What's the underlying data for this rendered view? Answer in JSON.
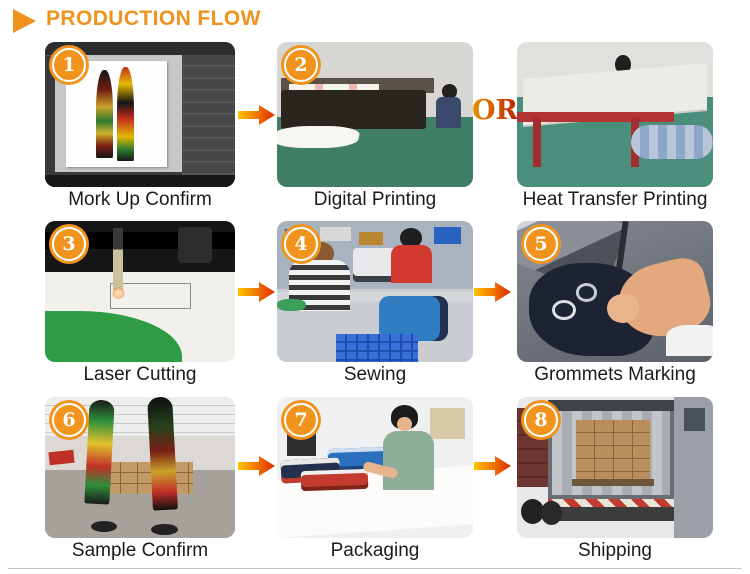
{
  "header": {
    "title": "PRODUCTION FLOW"
  },
  "connector": {
    "or_label": "OR"
  },
  "steps": [
    {
      "number": "1",
      "caption": "Mork Up Confirm"
    },
    {
      "number": "2",
      "caption": "Digital Printing"
    },
    {
      "number": "",
      "caption": "Heat Transfer Printing"
    },
    {
      "number": "3",
      "caption": "Laser Cutting"
    },
    {
      "number": "4",
      "caption": "Sewing"
    },
    {
      "number": "5",
      "caption": "Grommets Marking"
    },
    {
      "number": "6",
      "caption": "Sample Confirm"
    },
    {
      "number": "7",
      "caption": "Packaging"
    },
    {
      "number": "8",
      "caption": "Shipping"
    }
  ],
  "colors": {
    "accent_orange": "#F0921E",
    "badge_orange": "#F0941E",
    "arrow_gradient": [
      "#FFC400",
      "#F07800",
      "#DE2A00"
    ],
    "or_gradient": [
      "#E89000",
      "#C02000"
    ],
    "caption_text": "#1B1B1B"
  }
}
